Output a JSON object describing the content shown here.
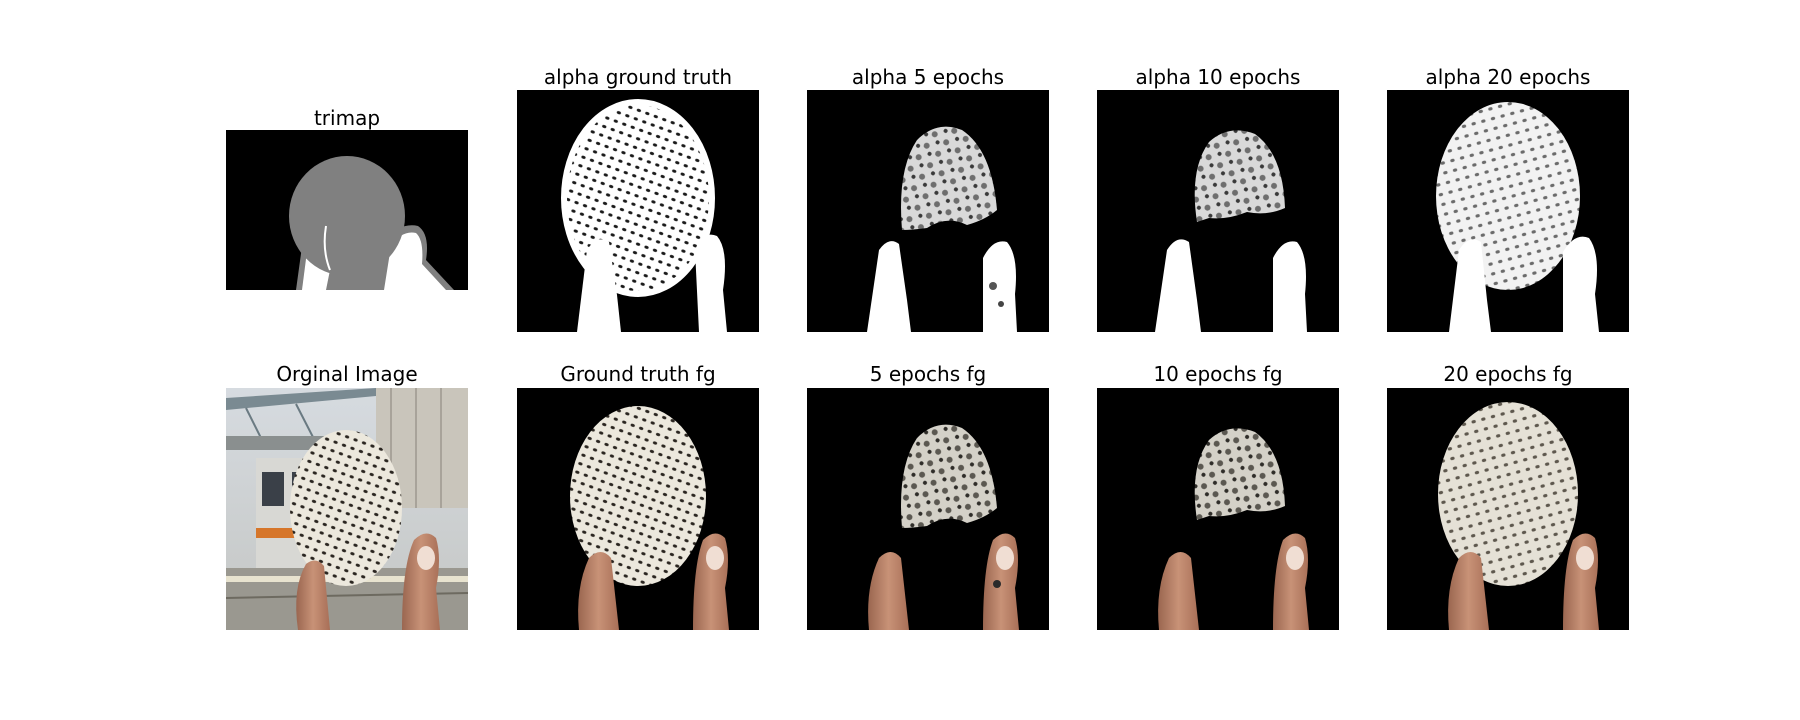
{
  "figure": {
    "top_row": [
      {
        "title": "trimap"
      },
      {
        "title": "alpha ground truth"
      },
      {
        "title": "alpha 5 epochs"
      },
      {
        "title": "alpha 10 epochs"
      },
      {
        "title": "alpha 20 epochs"
      }
    ],
    "bottom_row": [
      {
        "title": "Orginal Image"
      },
      {
        "title": "Ground truth fg"
      },
      {
        "title": "5 epochs fg"
      },
      {
        "title": "10 epochs fg"
      },
      {
        "title": "20 epochs fg"
      }
    ]
  },
  "colors": {
    "background": "#000000",
    "foreground_white": "#ffffff",
    "unknown_gray": "#808080",
    "egg_fg": "#e8e4da",
    "skin": "#c08a6e"
  }
}
